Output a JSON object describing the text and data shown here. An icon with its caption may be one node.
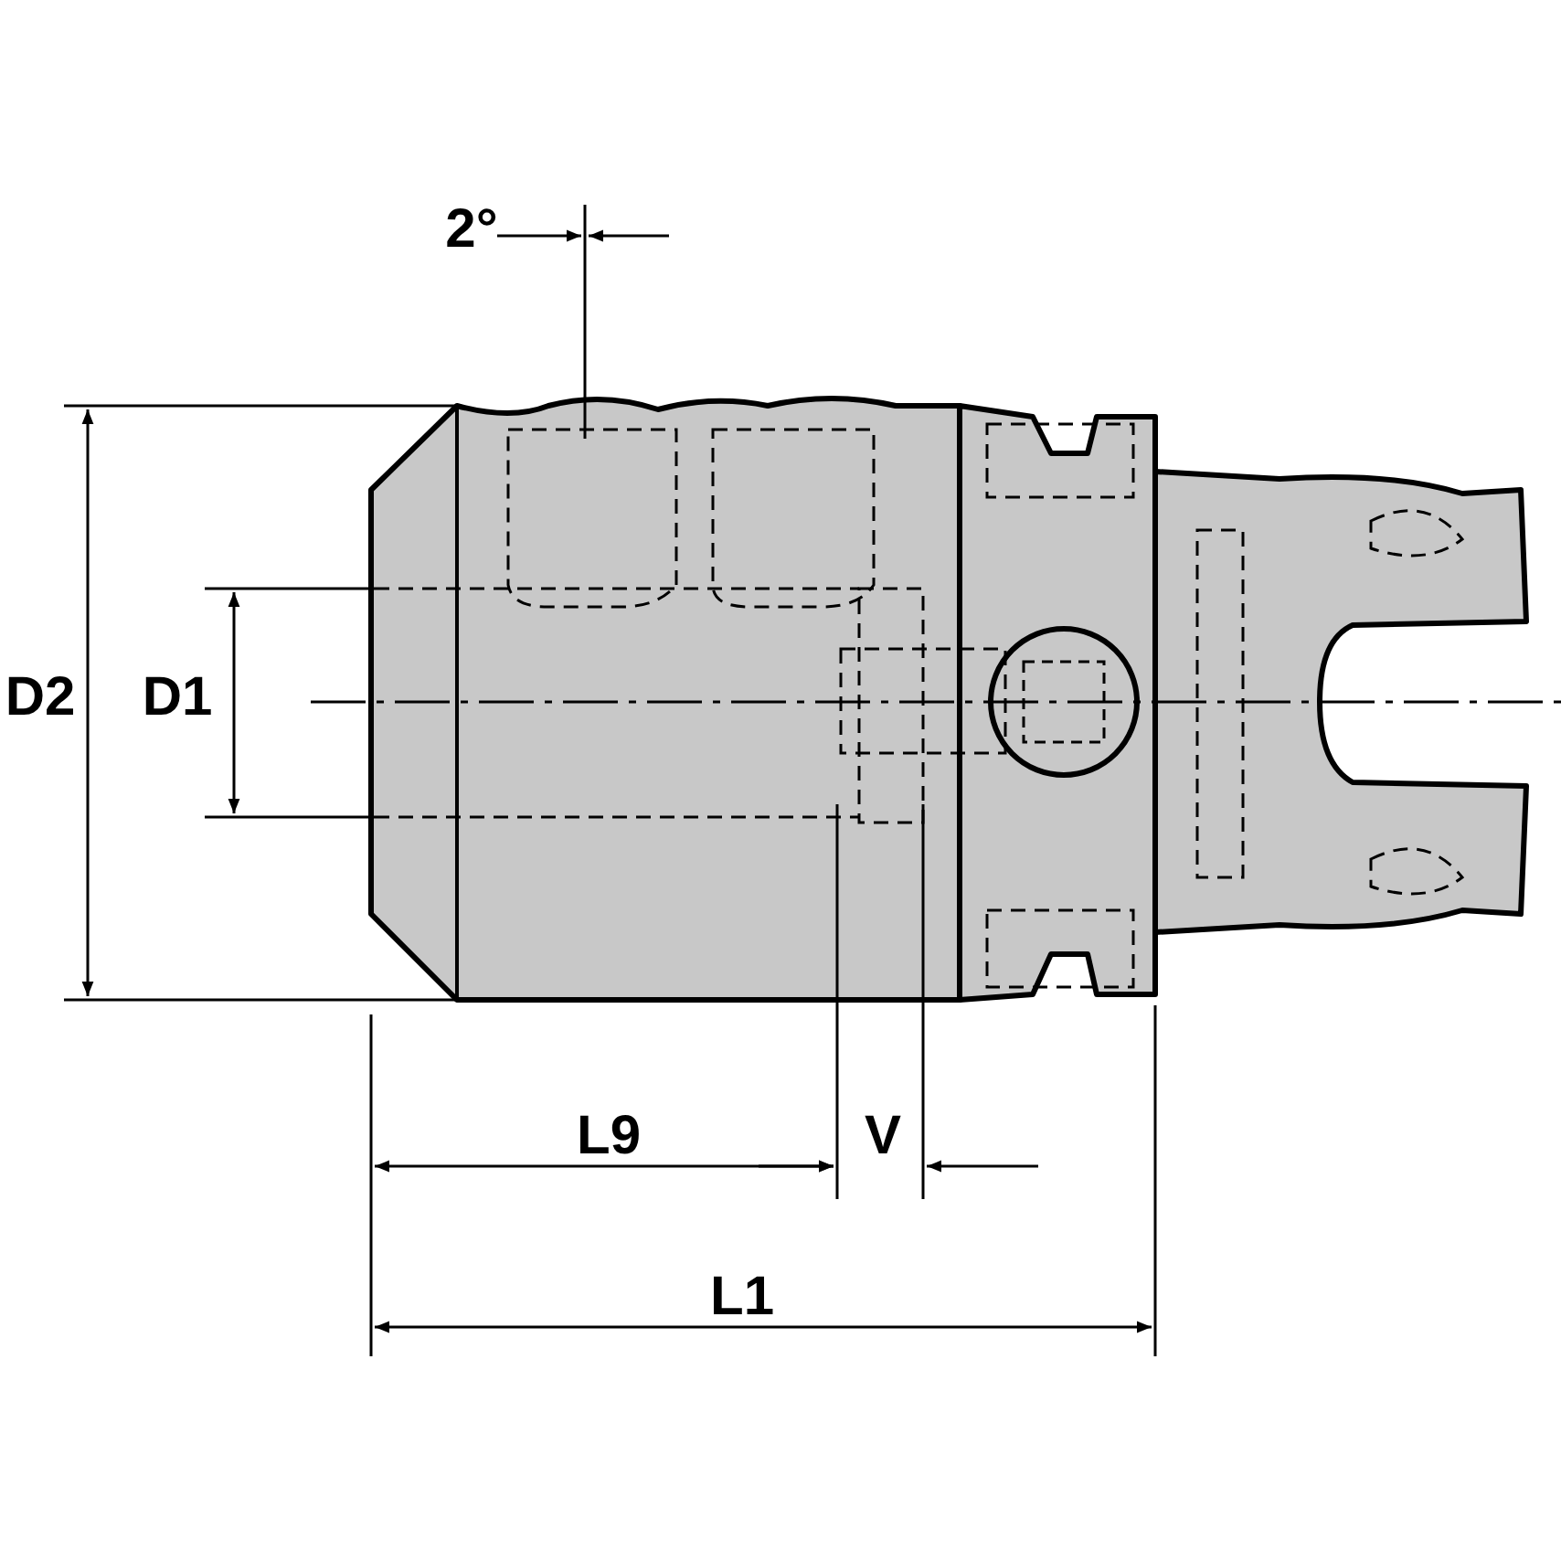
{
  "diagram": {
    "labels": [
      "2°",
      "D2",
      "D1",
      "L9",
      "V",
      "L1"
    ]
  }
}
